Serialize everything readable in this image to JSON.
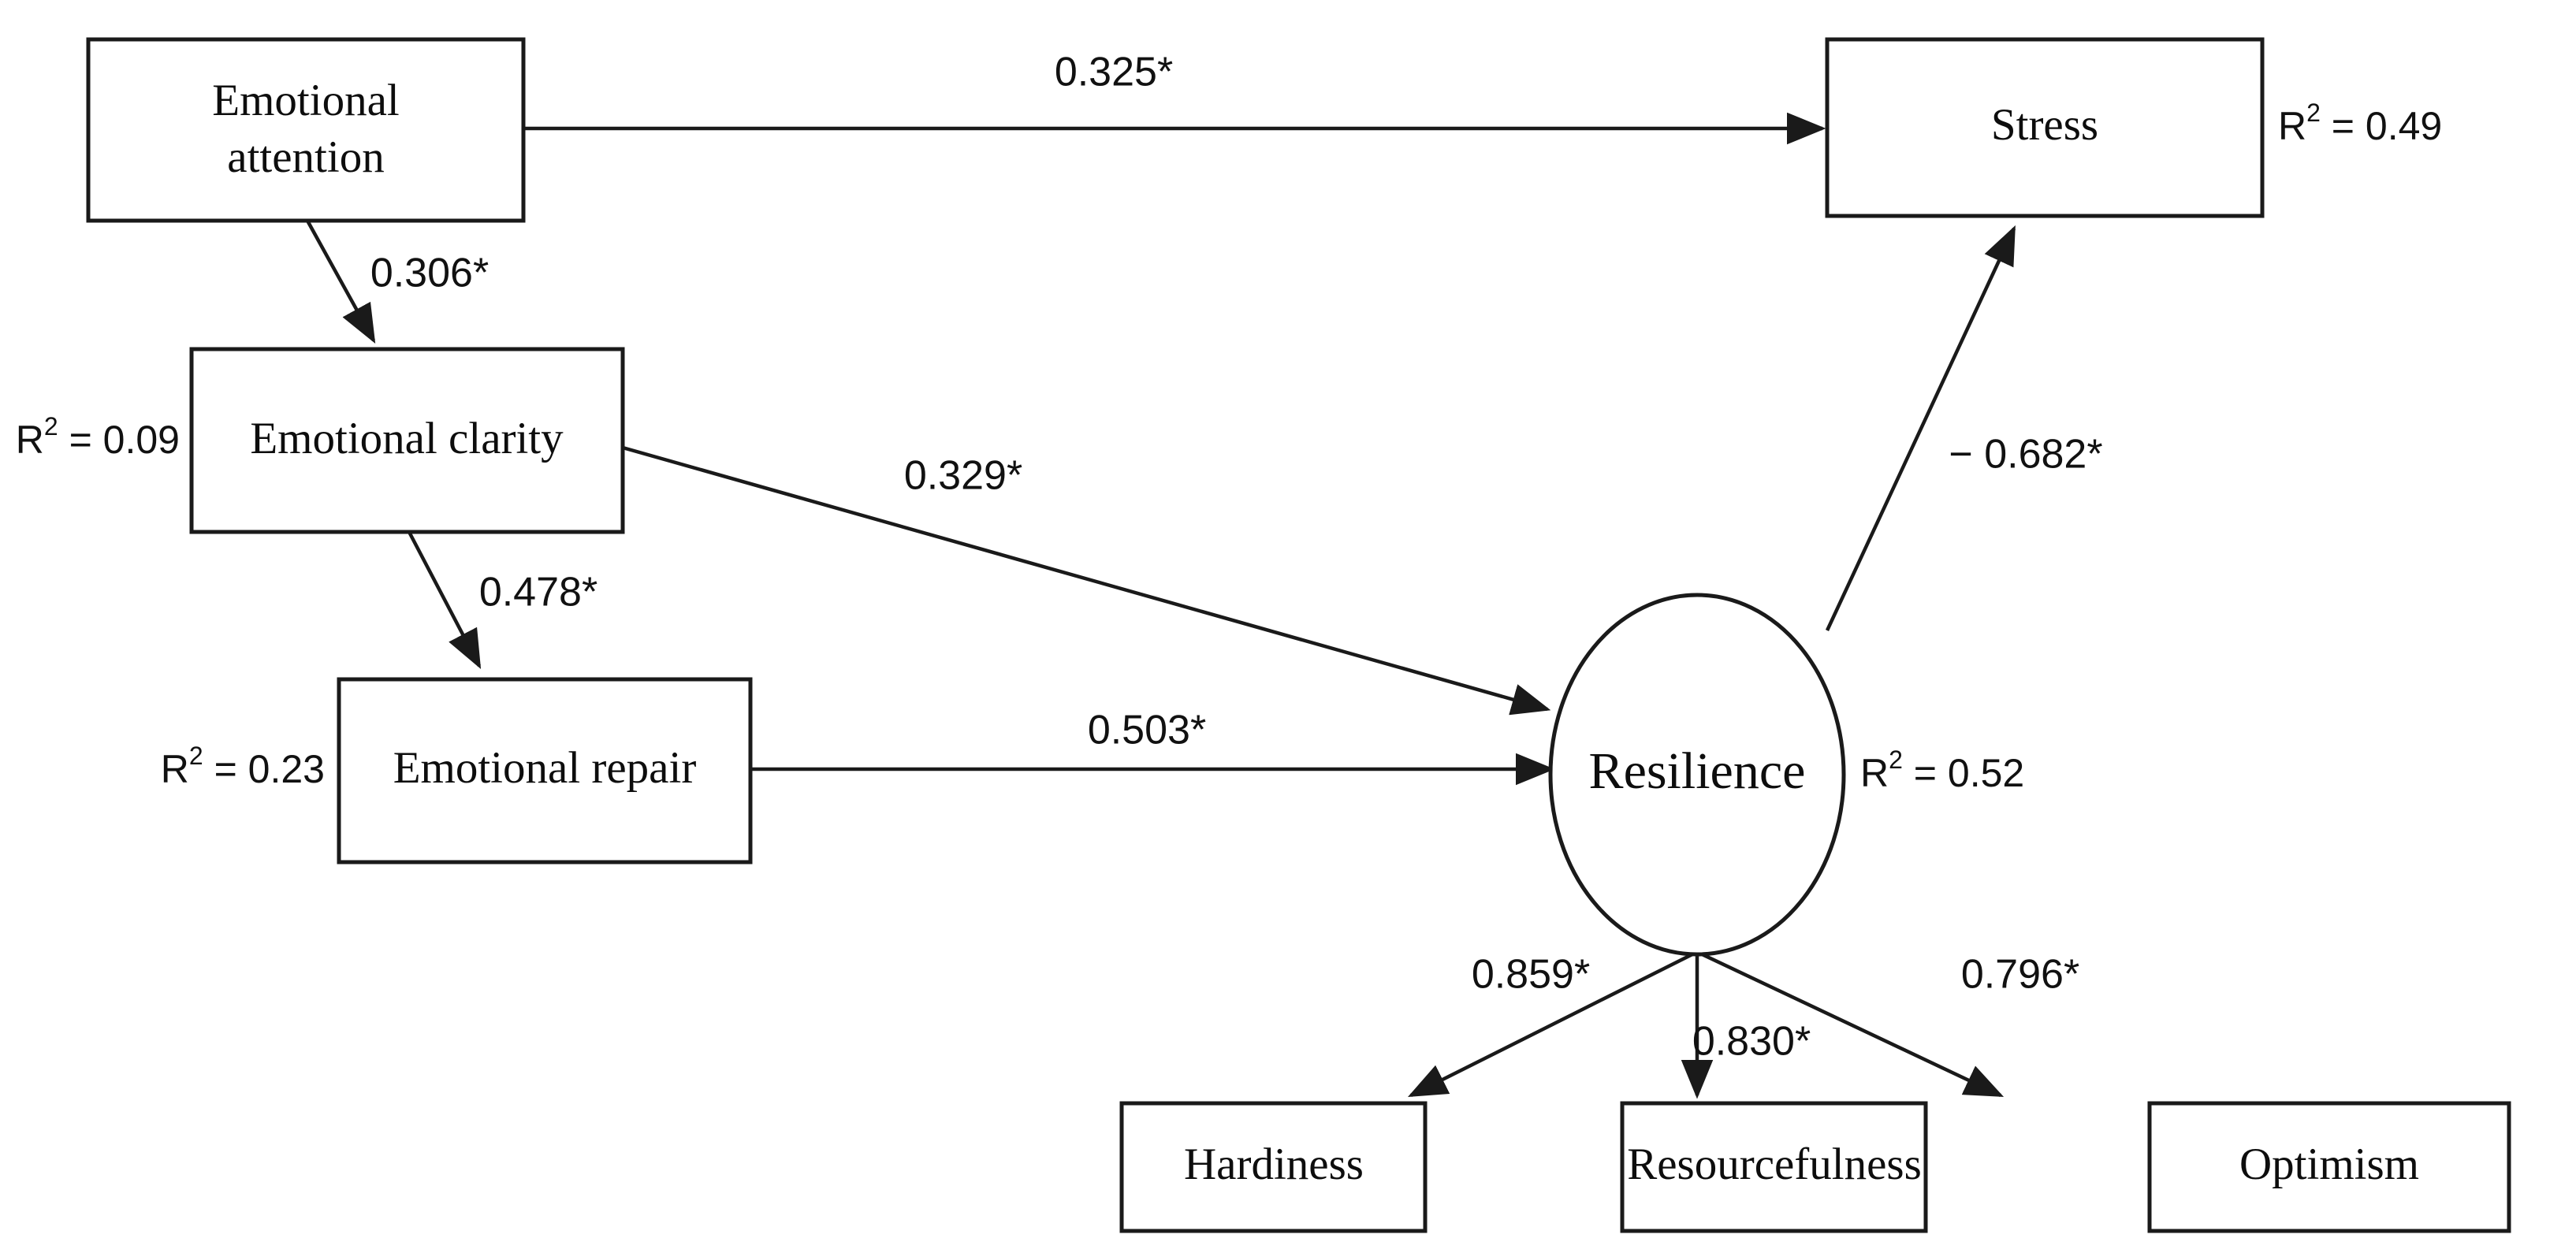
{
  "diagram": {
    "type": "structural-equation-model-path-diagram",
    "background_color": "#ffffff",
    "line_color": "#1a1a1a",
    "text_color": "#111111",
    "nodes": [
      {
        "id": "emotional_attention",
        "label_line1": "Emotional",
        "label_line2": "attention",
        "shape": "rectangle"
      },
      {
        "id": "emotional_clarity",
        "label": "Emotional clarity",
        "shape": "rectangle",
        "r2": "R2 = 0.09",
        "r2_value": 0.09
      },
      {
        "id": "emotional_repair",
        "label": "Emotional repair",
        "shape": "rectangle",
        "r2": "R2 = 0.23",
        "r2_value": 0.23
      },
      {
        "id": "stress",
        "label": "Stress",
        "shape": "rectangle",
        "r2": "R2 = 0.49",
        "r2_value": 0.49
      },
      {
        "id": "resilience",
        "label": "Resilience",
        "shape": "ellipse",
        "r2": "R2 = 0.52",
        "r2_value": 0.52
      },
      {
        "id": "hardiness",
        "label": "Hardiness",
        "shape": "rectangle"
      },
      {
        "id": "resourcefulness",
        "label": "Resourcefulness",
        "shape": "rectangle"
      },
      {
        "id": "optimism",
        "label": "Optimism",
        "shape": "rectangle"
      }
    ],
    "paths": [
      {
        "id": "att_to_stress",
        "from": "emotional_attention",
        "to": "stress",
        "label": "0.325*",
        "coefficient": 0.325,
        "significant": true
      },
      {
        "id": "att_to_clarity",
        "from": "emotional_attention",
        "to": "emotional_clarity",
        "label": "0.306*",
        "coefficient": 0.306,
        "significant": true
      },
      {
        "id": "clarity_to_repair",
        "from": "emotional_clarity",
        "to": "emotional_repair",
        "label": "0.478*",
        "coefficient": 0.478,
        "significant": true
      },
      {
        "id": "clarity_to_resilience",
        "from": "emotional_clarity",
        "to": "resilience",
        "label": "0.329*",
        "coefficient": 0.329,
        "significant": true
      },
      {
        "id": "repair_to_resilience",
        "from": "emotional_repair",
        "to": "resilience",
        "label": "0.503*",
        "coefficient": 0.503,
        "significant": true
      },
      {
        "id": "resilience_to_stress",
        "from": "resilience",
        "to": "stress",
        "label": "− 0.682*",
        "coefficient": -0.682,
        "significant": true
      },
      {
        "id": "resilience_to_hardiness",
        "from": "resilience",
        "to": "hardiness",
        "label": "0.859*",
        "coefficient": 0.859,
        "significant": true
      },
      {
        "id": "resilience_to_resourcefulness",
        "from": "resilience",
        "to": "resourcefulness",
        "label": "0.830*",
        "coefficient": 0.83,
        "significant": true
      },
      {
        "id": "resilience_to_optimism",
        "from": "resilience",
        "to": "optimism",
        "label": "0.796*",
        "coefficient": 0.796,
        "significant": true
      }
    ],
    "r2_labels": {
      "prefix": "R",
      "exponent": "2",
      "equals": " = ",
      "clarity": "0.09",
      "repair": "0.23",
      "stress": "0.49",
      "resilience": "0.52"
    }
  }
}
